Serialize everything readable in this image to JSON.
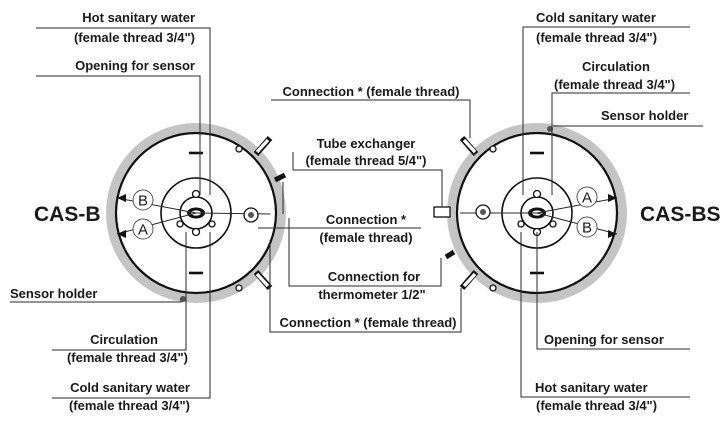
{
  "left": {
    "model": "CAS-B",
    "hot_sanitary_water": "Hot sanitary water",
    "hot_sanitary_water_thread": "(female thread 3/4\")",
    "opening_for_sensor": "Opening for sensor",
    "sensor_holder": "Sensor holder",
    "circulation": "Circulation",
    "circulation_thread": "(female thread 3/4\")",
    "cold_sanitary_water": "Cold sanitary water",
    "cold_sanitary_water_thread": "(female thread 3/4\")",
    "marker_b": "B",
    "marker_a": "A"
  },
  "center": {
    "connection_top": "Connection * (female thread)",
    "tube_exchanger": "Tube exchanger",
    "tube_exchanger_thread": "(female thread 5/4\")",
    "connection_mid": "Connection *",
    "connection_mid_thread": "(female thread)",
    "connection_thermometer": "Connection for",
    "connection_thermometer_size": "thermometer 1/2\"",
    "connection_bottom": "Connection * (female thread)"
  },
  "right": {
    "model": "CAS-BS",
    "cold_sanitary_water": "Cold sanitary water",
    "cold_sanitary_water_thread": "(female thread 3/4\")",
    "circulation": "Circulation",
    "circulation_thread": "(female thread 3/4\")",
    "sensor_holder": "Sensor holder",
    "opening_for_sensor": "Opening for sensor",
    "hot_sanitary_water": "Hot sanitary water",
    "hot_sanitary_water_thread": "(female thread 3/4\")",
    "marker_a": "A",
    "marker_b": "B"
  },
  "colors": {
    "ink": "#111111",
    "insulation": "#c4c4c4",
    "background": "#ffffff"
  }
}
